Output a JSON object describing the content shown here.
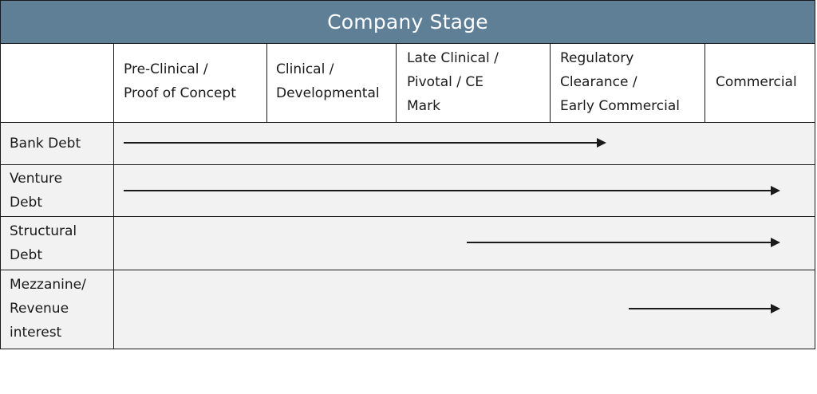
{
  "title": "Company Stage",
  "columns": [
    {
      "label": "Pre-Clinical /\nProof of Concept"
    },
    {
      "label": "Clinical /\nDevelopmental"
    },
    {
      "label": "Late Clinical /\nPivotal / CE\nMark"
    },
    {
      "label": "Regulatory\nClearance /\nEarly Commercial"
    },
    {
      "label": "Commercial"
    }
  ],
  "rows": [
    {
      "label": "Bank Debt"
    },
    {
      "label": "Venture\nDebt"
    },
    {
      "label": "Structural\nDebt"
    },
    {
      "label": "Mezzanine/\nRevenue\ninterest"
    }
  ],
  "colors": {
    "title_bar": "#5f7f96",
    "title_text": "#ffffff",
    "row_fill": "#f2f2f2",
    "lines": "#1a1a1a"
  }
}
